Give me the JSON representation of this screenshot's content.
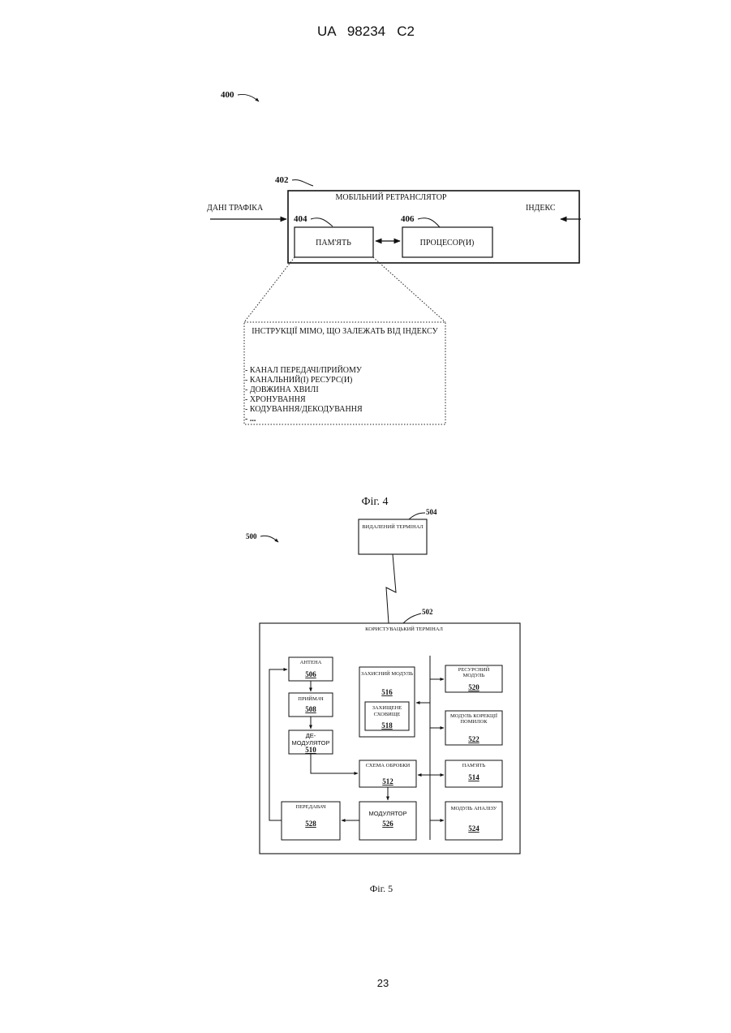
{
  "header": {
    "publication_number": "UA   98234   C2"
  },
  "figure4": {
    "ref_400": "400",
    "ref_402": "402",
    "ref_404": "404",
    "ref_406": "406",
    "relay_title": "МОБІЛЬНИЙ РЕТРАНСЛЯТОР",
    "memory_label": "ПАМ'ЯТЬ",
    "processor_label": "ПРОЦЕСОР(И)",
    "input_traffic": "ДАНІ ТРАФІКА",
    "input_index": "ІНДЕКС",
    "instructions_title": "ІНСТРУКЦІЇ МІМО, ЩО ЗАЛЕЖАТЬ ВІД ІНДЕКСУ",
    "instructions_items": [
      "- КАНАЛ ПЕРЕДАЧІ/ПРИЙОМУ",
      "- КАНАЛЬНИЙ(І) РЕСУРС(И)",
      "- ДОВЖИНА ХВИЛІ",
      "- ХРОНУВАННЯ",
      "- КОДУВАННЯ/ДЕКОДУВАННЯ",
      "- ..."
    ],
    "caption": "Фіг. 4"
  },
  "figure5": {
    "ref_500": "500",
    "ref_504": "504",
    "ref_502": "502",
    "remote_terminal": "ВИДАЛЕНИЙ ТЕРМІНАЛ",
    "user_terminal": "КОРИСТУВАЦЬКИЙ ТЕРМІНАЛ",
    "antenna": {
      "label": "АНТЕНА",
      "num": "506"
    },
    "receiver": {
      "label": "ПРИЙМАЧ",
      "num": "508"
    },
    "demodulator": {
      "label1": "ДЕ-",
      "label2": "МОДУЛЯТОР",
      "num": "510"
    },
    "security_module": {
      "label": "ЗАХИСНИЙ МОДУЛЬ",
      "num": "516"
    },
    "secure_storage": {
      "label1": "ЗАХИЩЕНЕ",
      "label2": "СХОВИЩЕ",
      "num": "518"
    },
    "processing_circuit": {
      "label": "СХЕМА ОБРОБКИ",
      "num": "512"
    },
    "modulator": {
      "label": "МОДУЛЯТОР",
      "num": "526"
    },
    "transmitter": {
      "label": "ПЕРЕДАВАЧ",
      "num": "528"
    },
    "resource_module": {
      "label1": "РЕСУРСНИЙ",
      "label2": "МОДУЛЬ",
      "num": "520"
    },
    "error_correction": {
      "label1": "МОДУЛЬ КОРЕКЦІЇ",
      "label2": "ПОМИЛОК",
      "num": "522"
    },
    "memory": {
      "label": "ПАМ'ЯТЬ",
      "num": "514"
    },
    "analysis_module": {
      "label": "МОДУЛЬ АНАЛІЗУ",
      "num": "524"
    },
    "caption": "Фіг. 5"
  },
  "footer": {
    "page_number": "23"
  }
}
